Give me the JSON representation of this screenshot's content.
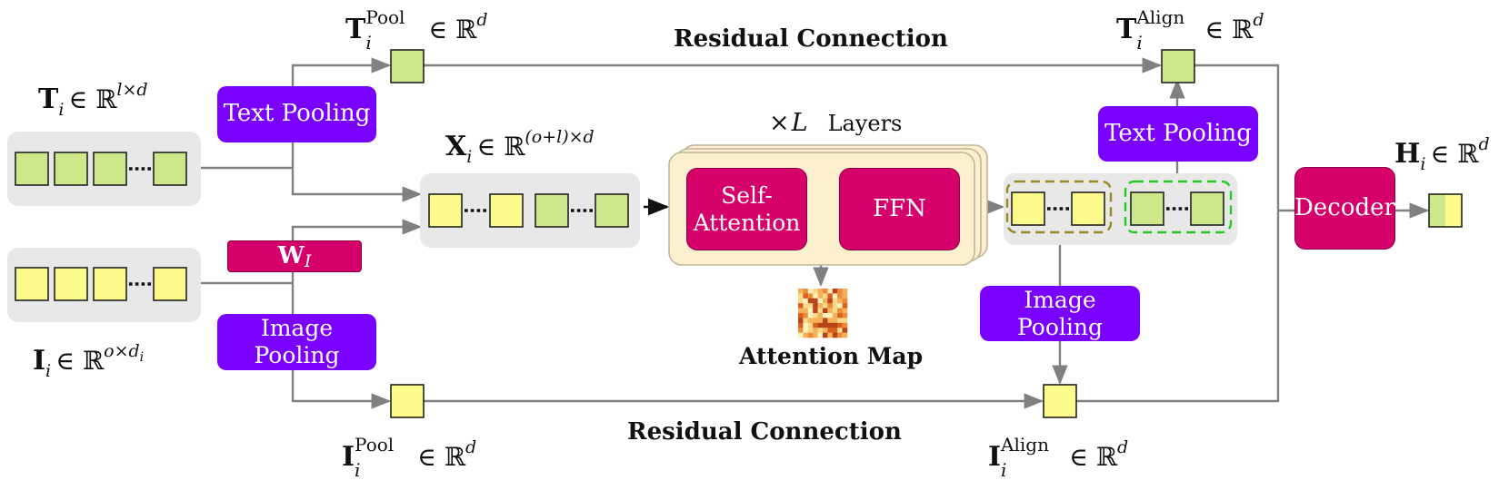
{
  "labels": {
    "residual_top": "Residual Connection",
    "residual_bottom": "Residual Connection",
    "layers_times": "×",
    "layers_L": "L",
    "layers_word": "Layers",
    "attention_map": "Attention Map",
    "text_pooling_left": "Text Pooling",
    "text_pooling_right": "Text Pooling",
    "image_pooling_left": "Image Pooling",
    "image_pooling_right": "Image Pooling",
    "self_attention_line1": "Self-",
    "self_attention_line2": "Attention",
    "ffn": "FFN",
    "decoder": "Decoder",
    "w_matrix": "W",
    "w_sub": "I"
  },
  "math": {
    "T": {
      "base": "T",
      "sub": "i",
      "rel": "∈ ℝ",
      "sup": "l×d"
    },
    "I": {
      "base": "I",
      "sub": "i",
      "rel": "∈ ℝ",
      "sup": "o×d",
      "sup_sub": "i"
    },
    "X": {
      "base": "X",
      "sub": "i",
      "rel": "∈ ℝ",
      "sup": "(o+l)×d"
    },
    "T_pool": {
      "base": "T",
      "sub": "i",
      "sup_name": "Pool",
      "rel": "∈ ℝ",
      "sup": "d"
    },
    "I_pool": {
      "base": "I",
      "sub": "i",
      "sup_name": "Pool",
      "rel": "∈ ℝ",
      "sup": "d"
    },
    "T_align": {
      "base": "T",
      "sub": "i",
      "sup_name": "Align",
      "rel": "∈ ℝ",
      "sup": "d"
    },
    "I_align": {
      "base": "I",
      "sub": "i",
      "sup_name": "Align",
      "rel": "∈ ℝ",
      "sup": "d"
    },
    "H": {
      "base": "H",
      "sub": "i",
      "rel": "∈ ℝ",
      "sup": "d"
    }
  },
  "colors": {
    "purple": "#7a00ff",
    "magenta": "#d6006b",
    "green_token": "#cde88a",
    "yellow_token": "#fbfa8a",
    "gray_panel": "#e8e8e8",
    "cream_layer": "#fdf0cf",
    "line": "#808080"
  }
}
